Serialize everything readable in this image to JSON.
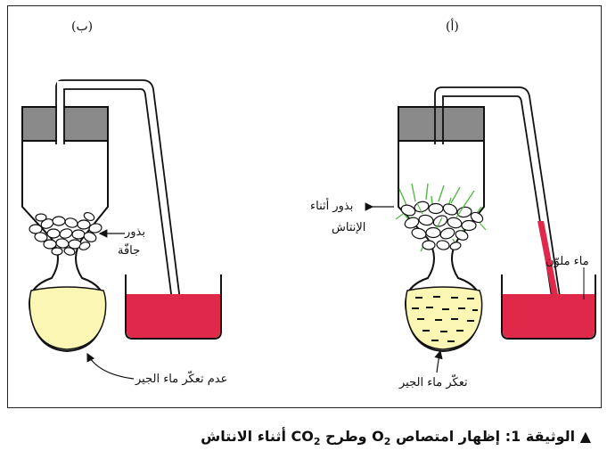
{
  "panels": {
    "b": {
      "tag": "(ب)",
      "seed_label_line1": "بذور",
      "seed_label_line2": "جافّة",
      "lime_label": "عدم تعكّر ماء الجير"
    },
    "a": {
      "tag": "(أ)",
      "seed_label_line1": "بذور أثناء",
      "seed_label_line2": "الإنتاش",
      "dye_label": "ماء ملوّن",
      "lime_label": "تعكّر ماء الجير"
    }
  },
  "caption": {
    "marker": "▲",
    "doc": "الوثيقة 1:",
    "part1": "إظهار امتصاص O",
    "sub1": "2",
    "part2": " وطرح CO",
    "sub2": "2",
    "part3": " أثناء الانتاش"
  },
  "colors": {
    "red_liquid": "#e0284a",
    "limewater_clear": "#fbf6b4",
    "cap_gray": "#8a8a8a",
    "sprout_green": "#56b948"
  }
}
